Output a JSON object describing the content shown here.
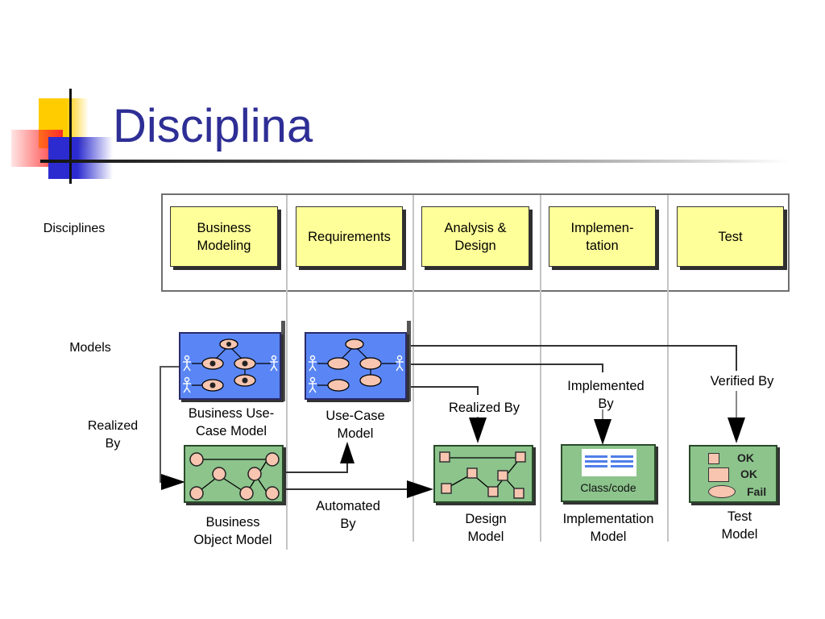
{
  "slide": {
    "title": "Disciplina"
  },
  "row_labels": {
    "disciplines": "Disciplines",
    "models": "Models",
    "realized_by": "Realized\nBy"
  },
  "disciplines": [
    {
      "label": "Business\nModeling"
    },
    {
      "label": "Requirements"
    },
    {
      "label": "Analysis &\nDesign"
    },
    {
      "label": "Implemen-\ntation"
    },
    {
      "label": "Test"
    }
  ],
  "models": {
    "business_use_case": "Business Use-\nCase Model",
    "use_case": "Use-Case\nModel",
    "business_object": "Business\nObject Model",
    "design": "Design\nModel",
    "implementation": "Implementation\nModel",
    "test": "Test\nModel"
  },
  "edge_labels": {
    "automated_by": "Automated\nBy",
    "realized_by": "Realized By",
    "implemented_by": "Implemented\nBy",
    "verified_by": "Verified By"
  },
  "implementation_card": {
    "label": "Class/code"
  },
  "test_card": {
    "items": [
      "OK",
      "OK",
      "Fail"
    ]
  },
  "colors": {
    "title": "#2e2e96",
    "discipline_fill": "#ffff99",
    "use_case_model_fill": "#5a86f5",
    "object_model_fill": "#8cc48c",
    "element_fill": "#f7c5b0"
  }
}
